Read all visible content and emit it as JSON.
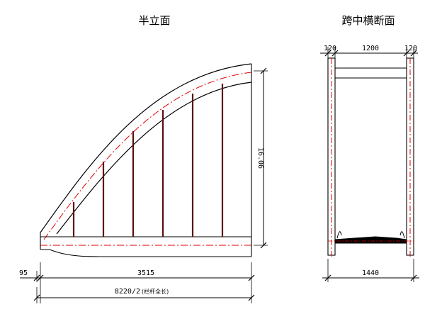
{
  "elevation": {
    "title": "半立面",
    "height_label": "16.06",
    "left_offset_label": "95",
    "span_segment_label": "3515",
    "total_span_label": "8220/2",
    "total_span_note": "(栏杆全长)"
  },
  "section": {
    "title": "跨中横断面",
    "left_edge_label": "120",
    "center_width_label": "1200",
    "right_edge_label": "120",
    "total_width_label": "1440"
  },
  "colors": {
    "line": "#000000",
    "hanger": "#5a0f0f",
    "centerline": "#e00000"
  }
}
